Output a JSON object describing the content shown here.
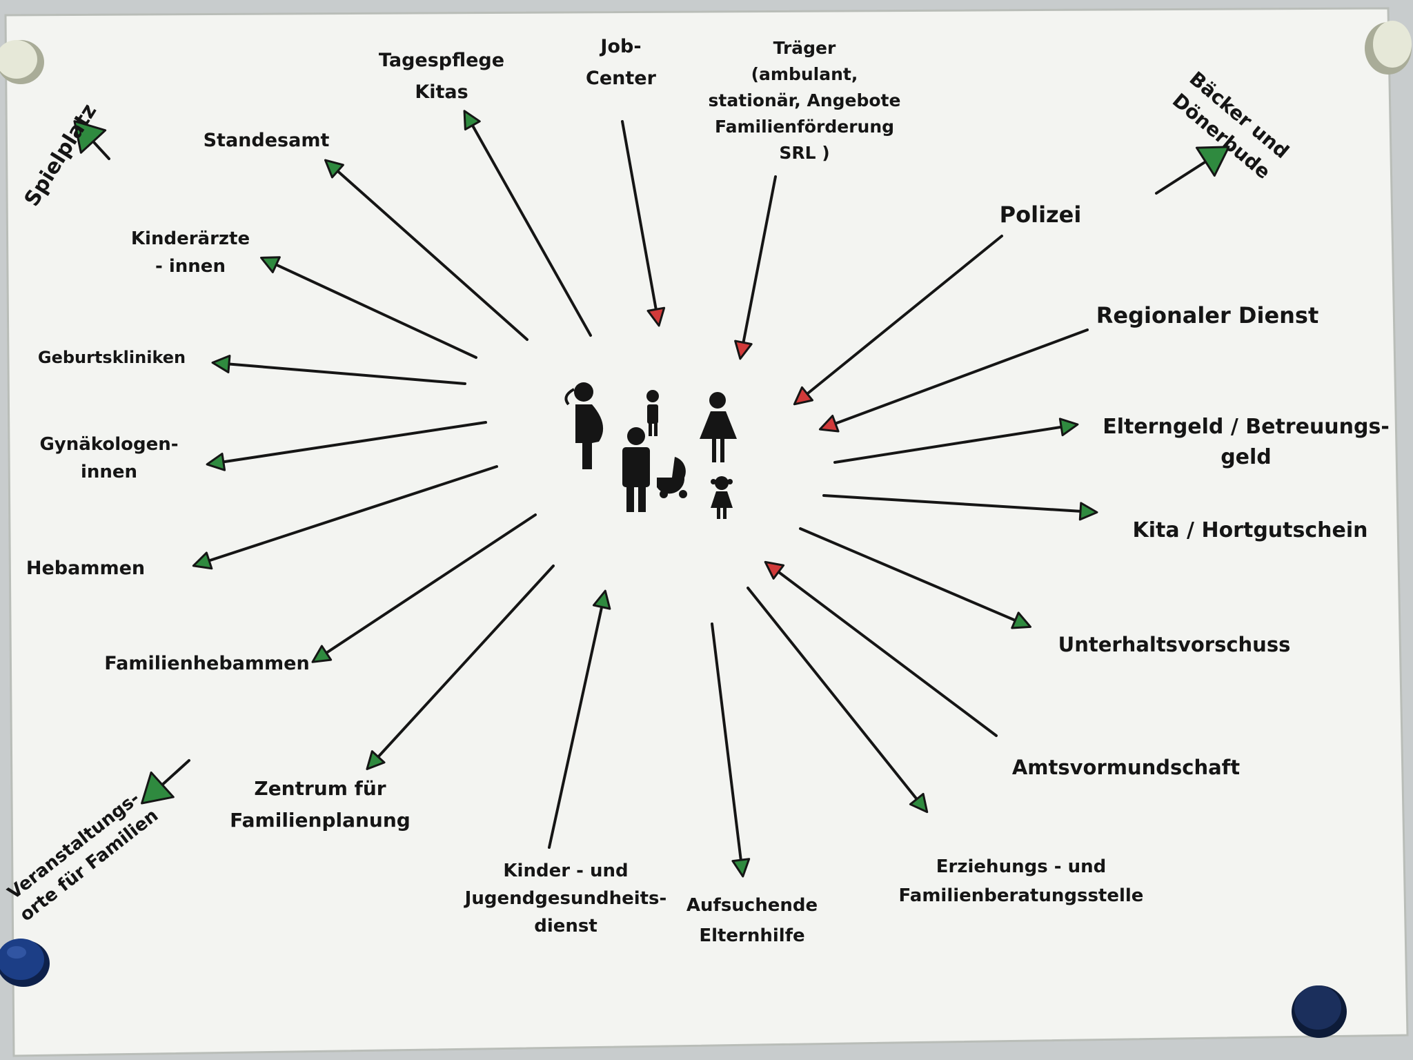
{
  "colors": {
    "arrow_green": "#2f8a3f",
    "arrow_red": "#d13a3a",
    "ink": "#151515",
    "paper": "#f3f4f1",
    "wall": "#c8cccd",
    "magnet_white": "#e6e8d8",
    "magnet_blue": "#1c3e86"
  },
  "center": {
    "icon": "family-pictogram-icon",
    "figures": [
      "pregnant-woman-icon",
      "man-icon",
      "child-icon",
      "woman-icon",
      "stroller-icon",
      "girl-icon"
    ]
  },
  "nodes": [
    {
      "id": "spielplatz",
      "lines": [
        "Spielplatz"
      ],
      "color": "green"
    },
    {
      "id": "tagespflege",
      "lines": [
        "Tagespflege",
        "Kitas"
      ],
      "color": "green"
    },
    {
      "id": "jobcenter",
      "lines": [
        "Job-",
        "Center"
      ],
      "color": "red"
    },
    {
      "id": "traeger",
      "lines": [
        "Träger",
        "(ambulant,",
        "stationär, Angebote",
        "Familienförderung",
        "SRL )"
      ],
      "color": "red"
    },
    {
      "id": "baecker",
      "lines": [
        "Bäcker und",
        "Dönerbude"
      ],
      "color": "green"
    },
    {
      "id": "standesamt",
      "lines": [
        "Standesamt"
      ],
      "color": "green"
    },
    {
      "id": "polizei",
      "lines": [
        "Polizei"
      ],
      "color": "red"
    },
    {
      "id": "kinderaerzte",
      "lines": [
        "Kinderärzte",
        "- innen"
      ],
      "color": "green"
    },
    {
      "id": "regionaler",
      "lines": [
        "Regionaler Dienst"
      ],
      "color": "red"
    },
    {
      "id": "geburtskliniken",
      "lines": [
        "Geburtskliniken"
      ],
      "color": "green"
    },
    {
      "id": "elterngeld",
      "lines": [
        "Elterngeld / Betreuungs-",
        "geld"
      ],
      "color": "green"
    },
    {
      "id": "gynaekologen",
      "lines": [
        "Gynäkologen-",
        "innen"
      ],
      "color": "green"
    },
    {
      "id": "kita",
      "lines": [
        "Kita / Hortgutschein"
      ],
      "color": "green"
    },
    {
      "id": "hebammen",
      "lines": [
        "Hebammen"
      ],
      "color": "green"
    },
    {
      "id": "unterhalt",
      "lines": [
        "Unterhaltsvorschuss"
      ],
      "color": "green"
    },
    {
      "id": "familienhebammen",
      "lines": [
        "Familienhebammen"
      ],
      "color": "green"
    },
    {
      "id": "amtsvormund",
      "lines": [
        "Amtsvormundschaft"
      ],
      "color": "red"
    },
    {
      "id": "veranstaltung",
      "lines": [
        "Veranstaltungs-",
        "orte für Familien"
      ],
      "color": "green"
    },
    {
      "id": "zentrum",
      "lines": [
        "Zentrum für",
        "Familienplanung"
      ],
      "color": "green"
    },
    {
      "id": "kjgd",
      "lines": [
        "Kinder - und",
        "Jugendgesundheits-",
        "dienst"
      ],
      "color": "green"
    },
    {
      "id": "aufsuchende",
      "lines": [
        "Aufsuchende",
        "Elternhilfe"
      ],
      "color": "green"
    },
    {
      "id": "erziehung",
      "lines": [
        "Erziehungs - und",
        "Familienberatungsstelle"
      ],
      "color": "green"
    }
  ]
}
